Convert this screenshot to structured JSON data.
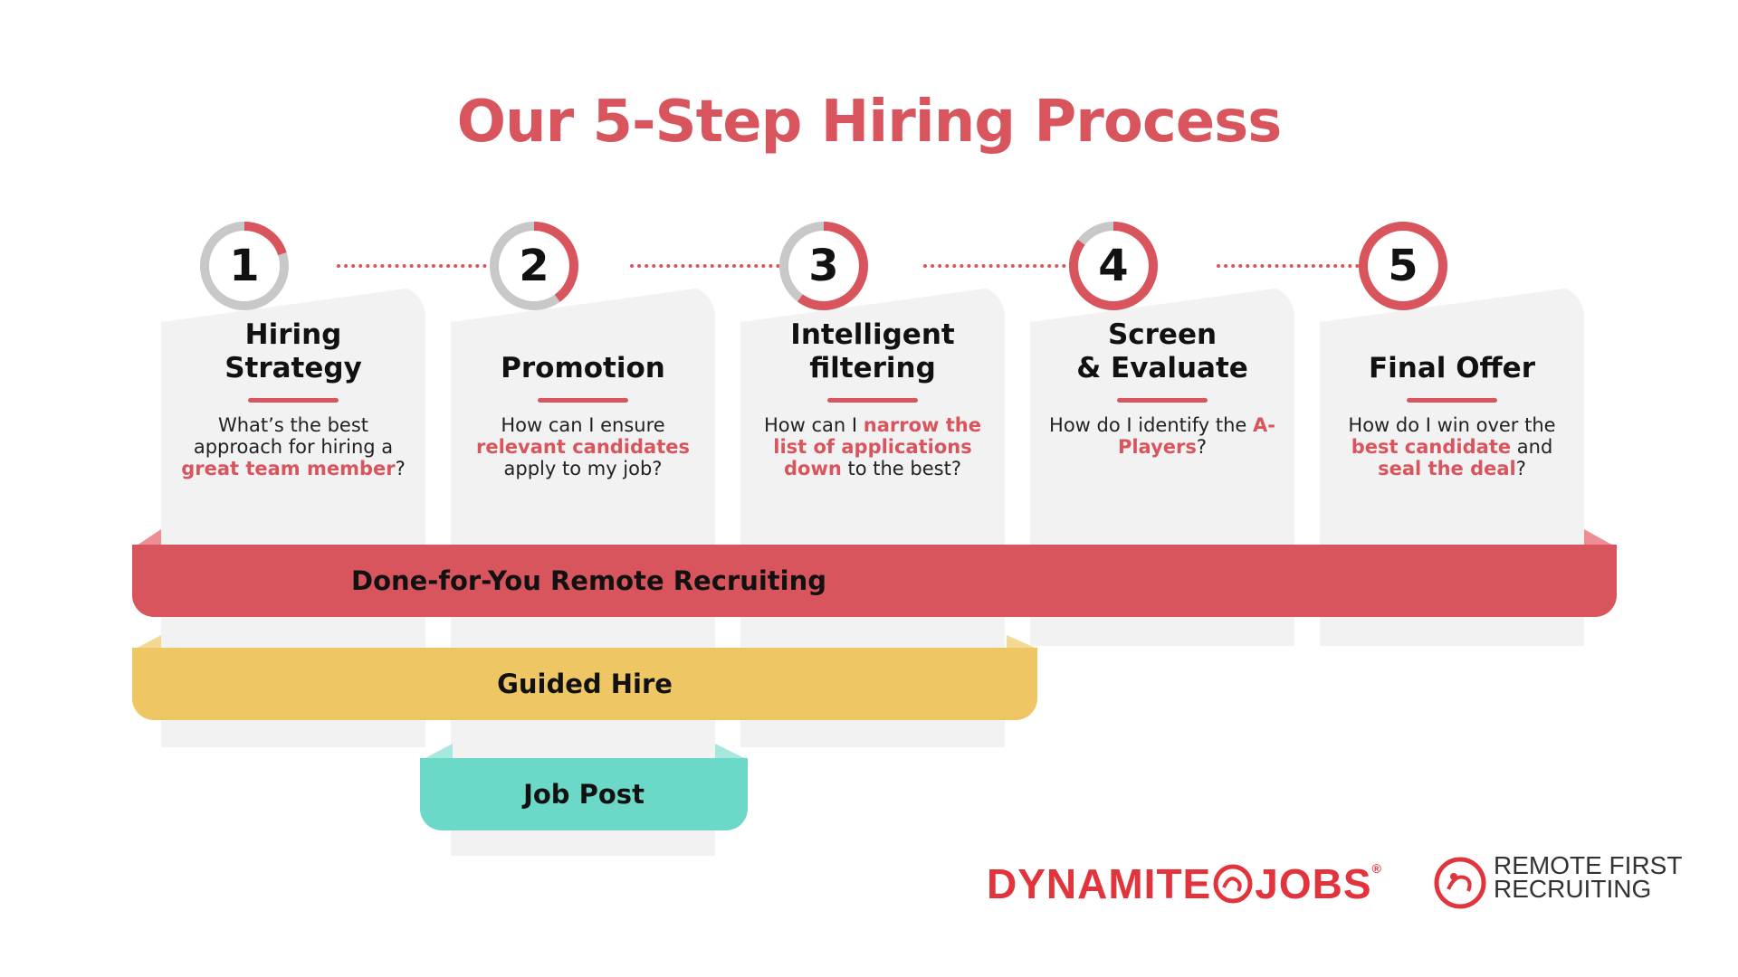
{
  "title": "Our 5-Step Hiring Process",
  "colors": {
    "accent": "#d9555e",
    "yellow": "#eec664",
    "teal": "#6cd9c8",
    "gray": "#c8c8c8"
  },
  "steps": [
    {
      "number": "1",
      "title_lines": [
        "Hiring",
        "Strategy"
      ],
      "progress": 0.2,
      "text": [
        {
          "t": "What’s the best approach for hiring a ",
          "hl": false
        },
        {
          "t": "great team member",
          "hl": true
        },
        {
          "t": "?",
          "hl": false
        }
      ]
    },
    {
      "number": "2",
      "title_lines": [
        "Promotion"
      ],
      "progress": 0.4,
      "text": [
        {
          "t": "How can I ensure ",
          "hl": false
        },
        {
          "t": "relevant candidates",
          "hl": true
        },
        {
          "t": " apply to my job?",
          "hl": false
        }
      ]
    },
    {
      "number": "3",
      "title_lines": [
        "Intelligent",
        "filtering"
      ],
      "progress": 0.6,
      "text": [
        {
          "t": "How can I ",
          "hl": false
        },
        {
          "t": "narrow the list of applications down",
          "hl": true
        },
        {
          "t": " to the best?",
          "hl": false
        }
      ]
    },
    {
      "number": "4",
      "title_lines": [
        "Screen",
        "& Evaluate"
      ],
      "progress": 0.85,
      "text": [
        {
          "t": "How do I identify the ",
          "hl": false
        },
        {
          "t": "A-Players",
          "hl": true
        },
        {
          "t": "?",
          "hl": false
        }
      ]
    },
    {
      "number": "5",
      "title_lines": [
        "Final Offer"
      ],
      "progress": 1.0,
      "text": [
        {
          "t": "How do I win over the ",
          "hl": false
        },
        {
          "t": "best candidate",
          "hl": true
        },
        {
          "t": " and ",
          "hl": false
        },
        {
          "t": "seal the deal",
          "hl": true
        },
        {
          "t": "?",
          "hl": false
        }
      ]
    }
  ],
  "bands": {
    "done_for_you": "Done-for-You Remote Recruiting",
    "guided_hire": "Guided Hire",
    "job_post": "Job Post"
  },
  "logos": {
    "dynamite_left": "DYNAMITE",
    "dynamite_right": "JOBS",
    "registered": "®",
    "remote_first_line1": "REMOTE FIRST",
    "remote_first_line2": "RECRUITING"
  }
}
